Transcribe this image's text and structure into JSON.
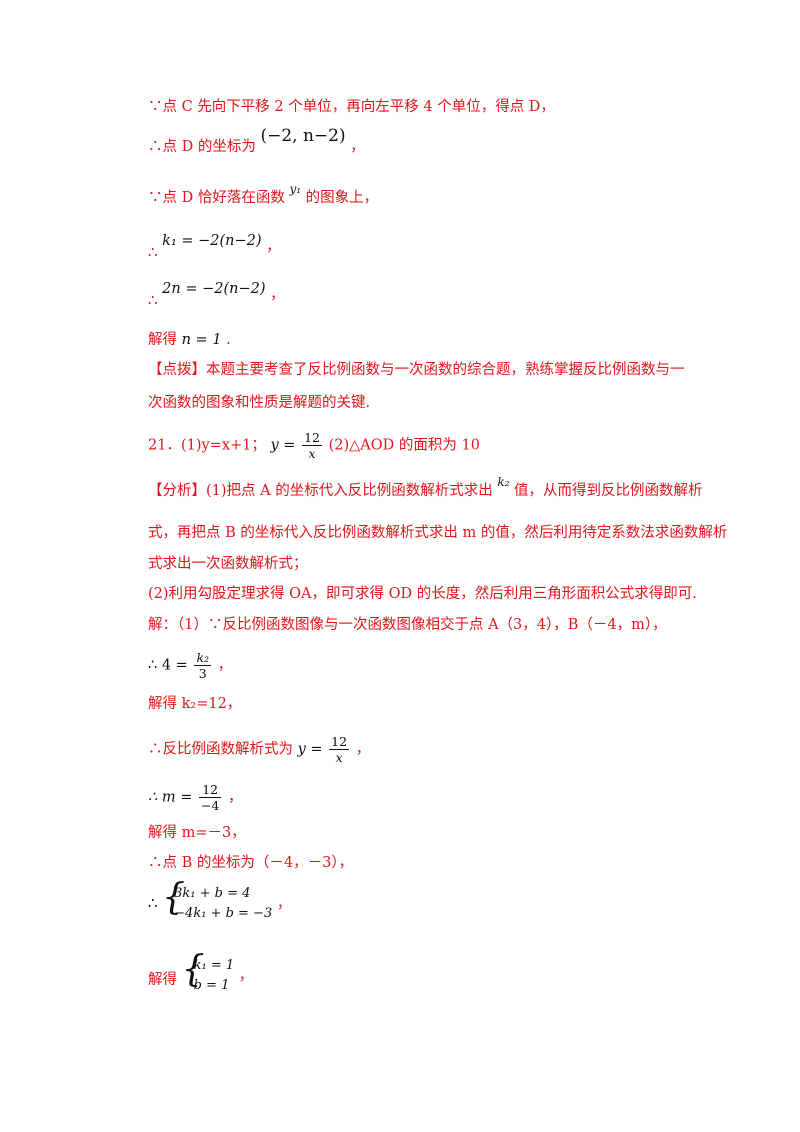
{
  "lines": {
    "l1": "∵点 C 先向下平移 2 个单位，再向左平移 4 个单位，得点 D，",
    "l2_prefix": "∴点 D 的坐标为",
    "l2_math": "(−2, n−2)",
    "comma": "，",
    "l3_prefix": "∵点 D 恰好落在函数",
    "l3_sup": "y₁",
    "l3_suffix": "的图象上，",
    "therefore": "∴",
    "l4_math": "k₁ = −2(n−2)",
    "l5_math": "2n = −2(n−2)",
    "l6_prefix": "解得",
    "l6_math": "n = 1",
    "l6_suffix": ".",
    "l7": "【点拨】本题主要考查了反比例函数与一次函数的综合题，熟练掌握反比例函数与一",
    "l8": "次函数的图象和性质是解题的关键.",
    "l9_prefix": "21．(1)y=x+1；",
    "l9_y": "y =",
    "l9_num": "12",
    "l9_den": "x",
    "l9_suffix": "(2)△AOD 的面积为 10",
    "l10_prefix": "【分析】(1)把点 A 的坐标代入反比例函数解析式求出",
    "l10_k": "k₂",
    "l10_suffix": "值，从而得到反比例函数解析",
    "l11": "式，再把点 B 的坐标代入反比例函数解析式求出 m 的值，然后利用待定系数法求函数解析",
    "l12": "式求出一次函数解析式；",
    "l13": "(2)利用勾股定理求得 OA，即可求得 OD 的长度，然后利用三角形面积公式求得即可.",
    "l14": "解：（1）∵反比例函数图像与一次函数图像相交于点 A（3，4），B（－4，m），",
    "l15_left": "∴ 4 =",
    "l15_num": "k₂",
    "l15_den": "3",
    "l16": "解得 k₂=12，",
    "l17_prefix": "∴反比例函数解析式为",
    "l17_y": "y =",
    "l17_num": "12",
    "l17_den": "x",
    "l18_left": "∴ m =",
    "l18_num": "12",
    "l18_den": "−4",
    "l19": "解得 m=－3，",
    "l20": "∴点 B 的坐标为（－4，－3），",
    "sys1_row1": "3k₁ + b = 4",
    "sys1_row2": "−4k₁ + b = −3",
    "sys2_prefix": "解得",
    "sys2_row1": "k₁ = 1",
    "sys2_row2": "b = 1"
  },
  "colors": {
    "text_red": "#e0151b",
    "math_black": "#111111"
  }
}
